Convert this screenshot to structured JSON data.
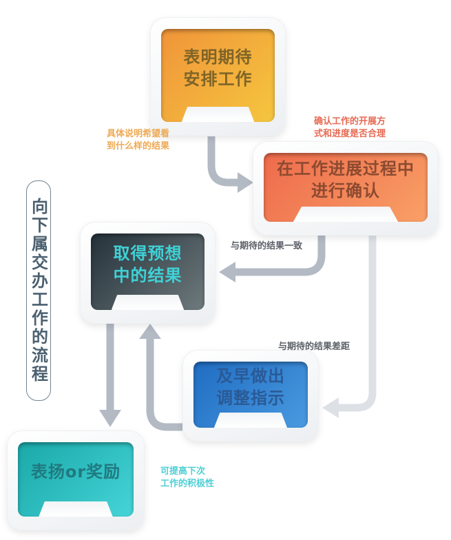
{
  "title": "向下属交办工作的流程",
  "colors": {
    "arrow": "#b3bac4",
    "arrow_light": "#dde1e6"
  },
  "steps": [
    {
      "line1": "表明期待",
      "line2": "安排工作"
    },
    {
      "line1": "在工作进展过程中",
      "line2": "进行确认"
    },
    {
      "line1": "取得预想",
      "line2": "中的结果"
    },
    {
      "line1": "及早做出",
      "line2": "调整指示"
    },
    {
      "line1": "表扬or奖励",
      "line2": ""
    }
  ],
  "notes": {
    "explain": [
      "具体说明希望看",
      "到什么样的结果"
    ],
    "confirm": [
      "确认工作的开展方",
      "式和进度是否合理"
    ],
    "match": "与期待的结果一致",
    "gap": "与期待的结果差距",
    "motivate": [
      "可提高下次",
      "工作的积极性"
    ]
  }
}
